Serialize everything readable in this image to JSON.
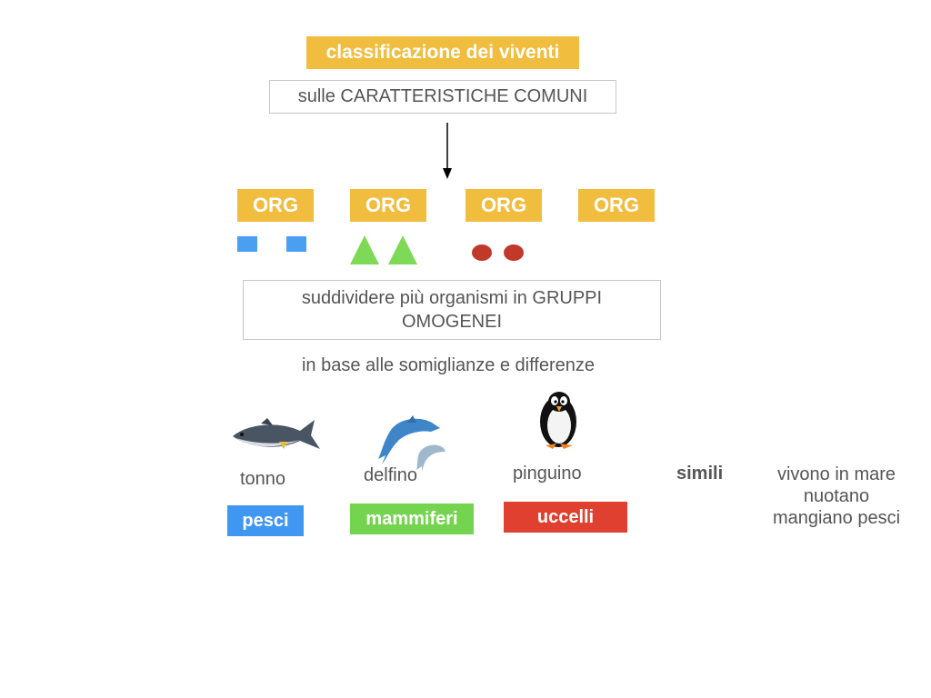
{
  "title": "classificazione dei viventi",
  "subtitle": "sulle CARATTERISTICHE COMUNI",
  "org_labels": [
    "ORG",
    "ORG",
    "ORG",
    "ORG"
  ],
  "subdivide_text": "suddividere più organismi in GRUPPI OMOGENEI",
  "basis_text": "in base alle somiglianze e differenze",
  "animals": [
    {
      "name": "tonno",
      "group": "pesci",
      "icon": "tuna-icon"
    },
    {
      "name": "delfino",
      "group": "mammiferi",
      "icon": "dolphin-icon"
    },
    {
      "name": "pinguino",
      "group": "uccelli",
      "icon": "penguin-icon"
    }
  ],
  "similar_label": "simili",
  "traits": [
    "vivono in mare",
    "nuotano",
    "mangiano pesci"
  ],
  "colors": {
    "yellow": "#f0bd3f",
    "blue_shape": "#4a9ff0",
    "green_shape": "#7ed957",
    "red_shape": "#c0392b",
    "pesci": "#3f97f2",
    "mammiferi": "#75d44f",
    "uccelli": "#e04030"
  }
}
